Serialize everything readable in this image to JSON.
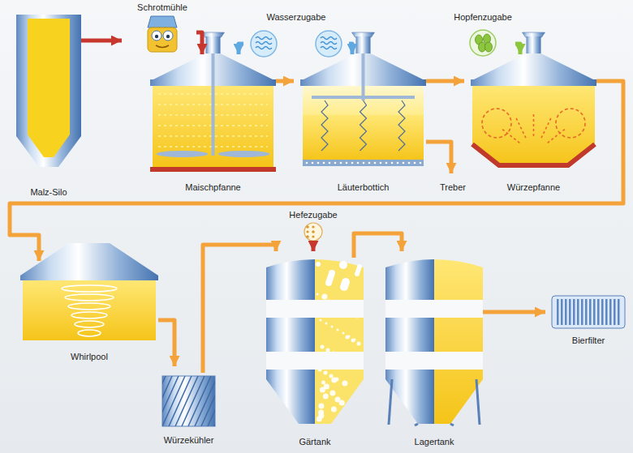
{
  "diagram": {
    "nodes": [
      {
        "text": [
          "Malz-Silo"
        ]
      },
      {
        "text": [
          "Schrotmühle"
        ]
      },
      {
        "text": [
          "Wasserzugabe"
        ]
      },
      {
        "text": [
          "Maischpfanne"
        ]
      },
      {
        "text": [
          "Läuterbottich"
        ]
      },
      {
        "text": [
          "Treber"
        ]
      },
      {
        "text": [
          "Hopfenzugabe"
        ]
      },
      {
        "text": [
          "Würzepfanne"
        ]
      },
      {
        "text": [
          "Whirlpool"
        ]
      },
      {
        "text": [
          "Würzekühler"
        ]
      },
      {
        "text": [
          "Hefezugabe"
        ]
      },
      {
        "text": [
          "Gärtank"
        ]
      },
      {
        "text": [
          "Lagertank"
        ]
      },
      {
        "text": [
          "Bierfilter"
        ]
      }
    ],
    "edges": [
      {
        "from": 0,
        "to": 1,
        "arrow": "to"
      },
      {
        "from": 1,
        "to": 3,
        "arrow": "to"
      },
      {
        "from": 2,
        "to": 3,
        "arrow": "to"
      },
      {
        "from": 2,
        "to": 4,
        "arrow": "to"
      },
      {
        "from": 3,
        "to": 4,
        "arrow": "to"
      },
      {
        "from": 4,
        "to": 5,
        "arrow": "to"
      },
      {
        "from": 4,
        "to": 7,
        "arrow": "to"
      },
      {
        "from": 6,
        "to": 7,
        "arrow": "to"
      },
      {
        "from": 7,
        "to": 8,
        "arrow": "to"
      },
      {
        "from": 8,
        "to": 9,
        "arrow": "to"
      },
      {
        "from": 9,
        "to": 11,
        "arrow": "to"
      },
      {
        "from": 10,
        "to": 11,
        "arrow": "to"
      },
      {
        "from": 11,
        "to": 12,
        "arrow": "to"
      },
      {
        "from": 12,
        "to": 13,
        "arrow": "to"
      }
    ]
  }
}
